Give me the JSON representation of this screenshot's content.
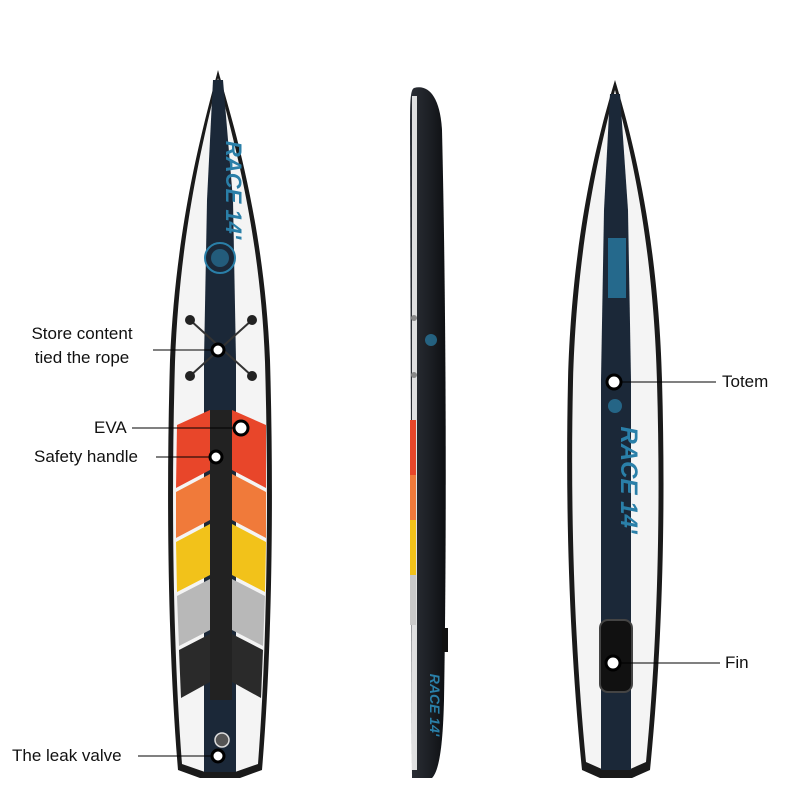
{
  "labels": {
    "store_line1": "Store content",
    "store_line2": "tied the rope",
    "eva": "EVA",
    "safety_handle": "Safety handle",
    "leak_valve": "The leak valve",
    "totem": "Totem",
    "fin": "Fin"
  },
  "board_graphics": {
    "model_text": "RACE 14'"
  },
  "colors": {
    "board_white": "#f4f4f4",
    "rail_black": "#1a1a1a",
    "stripe_navy": "#1b2838",
    "text_teal": "#2a7fa8",
    "pad_red": "#e8462a",
    "pad_orange": "#f07a3a",
    "pad_yellow": "#f2c21a",
    "pad_gray": "#b8b8b8",
    "pad_black": "#2a2a2a"
  }
}
